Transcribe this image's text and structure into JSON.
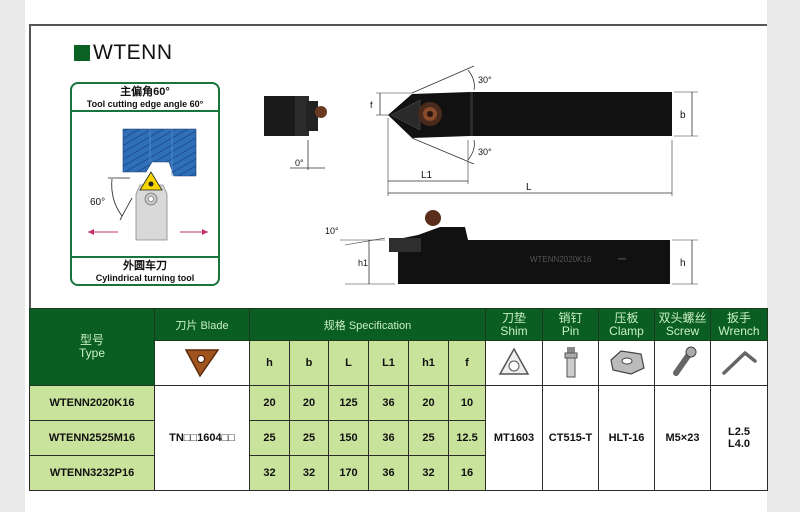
{
  "title": "WTENN",
  "diagram_card": {
    "header_cn": "主偏角60°",
    "header_en": "Tool cutting edge angle 60°",
    "angle_label": "60°",
    "footer_cn": "外圆车刀",
    "footer_en": "Cylindrical turning tool"
  },
  "drawing": {
    "angle_top": "30°",
    "angle_bottom": "30°",
    "angle_end": "0°",
    "angle_side": "10°",
    "dim_f": "f",
    "dim_b": "b",
    "dim_L1": "L1",
    "dim_L": "L",
    "dim_h": "h",
    "dim_h1": "h1",
    "body_marking": "WTENN2020K16"
  },
  "table": {
    "header": {
      "type_cn": "型号",
      "type_en": "Type",
      "blade": "刀片 Blade",
      "spec": "规格 Specification",
      "shim_cn": "刀垫",
      "shim_en": "Shim",
      "pin_cn": "销钉",
      "pin_en": "Pin",
      "clamp_cn": "压板",
      "clamp_en": "Clamp",
      "screw_cn": "双头螺丝",
      "screw_en": "Screw",
      "wrench_cn": "扳手",
      "wrench_en": "Wrench"
    },
    "spec_columns": [
      "h",
      "b",
      "L",
      "L1",
      "h1",
      "f"
    ],
    "rows": [
      {
        "type": "WTENN2020K16",
        "h": "20",
        "b": "20",
        "L": "125",
        "L1": "36",
        "h1": "20",
        "f": "10"
      },
      {
        "type": "WTENN2525M16",
        "h": "25",
        "b": "25",
        "L": "150",
        "L1": "36",
        "h1": "25",
        "f": "12.5"
      },
      {
        "type": "WTENN3232P16",
        "h": "32",
        "b": "32",
        "L": "170",
        "L1": "36",
        "h1": "32",
        "f": "16"
      }
    ],
    "blade": "TN□□1604□□",
    "shim": "MT1603",
    "pin": "CT515-T",
    "clamp": "HLT-16",
    "screw": "M5×23",
    "wrench_1": "L2.5",
    "wrench_2": "L4.0"
  },
  "colors": {
    "header_green": "#0a5d23",
    "cell_light_green": "#c9e29c",
    "card_border": "#17743a",
    "insert_copper": "#a0531d"
  }
}
